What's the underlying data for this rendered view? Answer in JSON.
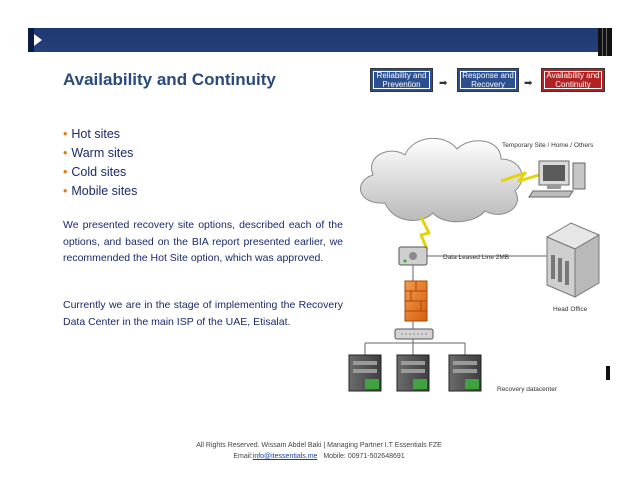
{
  "slide": {
    "title": "Availability and Continuity",
    "bullets": [
      "Hot sites",
      "Warm sites",
      "Cold sites",
      "Mobile sites"
    ],
    "paragraph1": "We presented recovery site options, described each of the options, and based on the BIA report presented earlier, we recommended the Hot Site option, which was approved.",
    "paragraph2": "Currently we are in the stage of implementing the Recovery Data Center in the main ISP of the UAE, Etisalat."
  },
  "flow": {
    "step1": [
      "Reliability and",
      "Prevention"
    ],
    "step2": [
      "Response and",
      "Recovery"
    ],
    "step3": [
      "Availability and",
      "Continuity"
    ]
  },
  "diagram": {
    "temp_site_label": "Temporary Site / Home / Others",
    "leased_line_label": "Data Leased Line 2MB",
    "head_office_label": "Head Office",
    "recovery_label": "Recovery datacenter"
  },
  "footer": {
    "line1": "All Rights Reserved. Wissam Abdel Baki | Managing Partner  I.T Essentials FZE",
    "email_prefix": "Email:",
    "email": "info@itessentials.me",
    "mobile": "Mobile: 00971-502648691"
  },
  "colors": {
    "band": "#243f7a",
    "title": "#2a4a7c",
    "bullet": "#e07b1c",
    "text": "#1a2a6c",
    "highlight_step": "#b22222"
  }
}
